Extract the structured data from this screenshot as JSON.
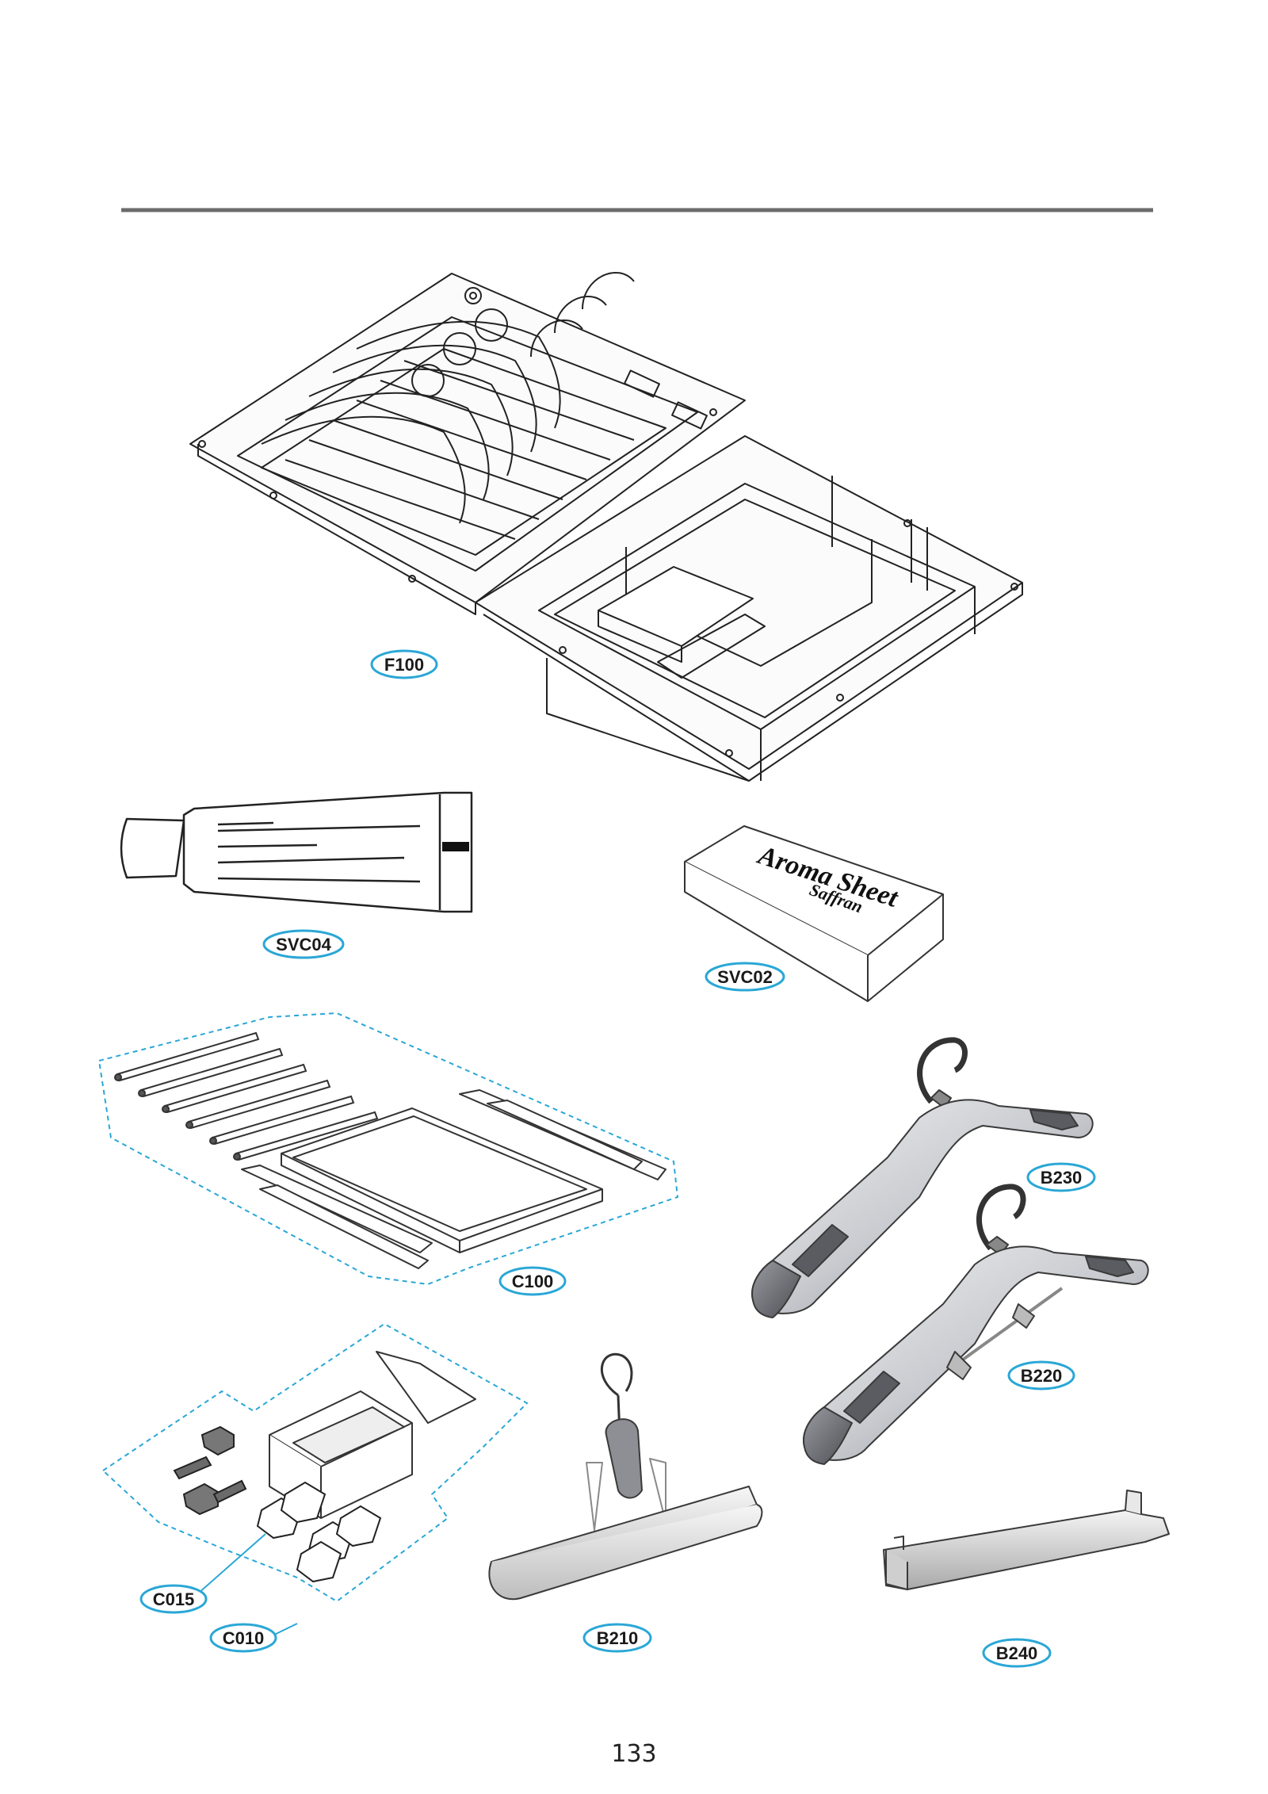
{
  "parts": {
    "f100": "F100",
    "svc04": "SVC04",
    "svc02": "SVC02",
    "c100": "C100",
    "b230": "B230",
    "b220": "B220",
    "b210": "B210",
    "b240": "B240",
    "c015": "C015",
    "c010": "C010"
  },
  "aroma_box": {
    "line1": "Aroma Sheet",
    "line2": "Saffran"
  },
  "page_number": "133",
  "colors": {
    "callout_border": "#2aa7d6",
    "group_outline": "#2aa7d6",
    "rule": "#6b6b6b"
  }
}
